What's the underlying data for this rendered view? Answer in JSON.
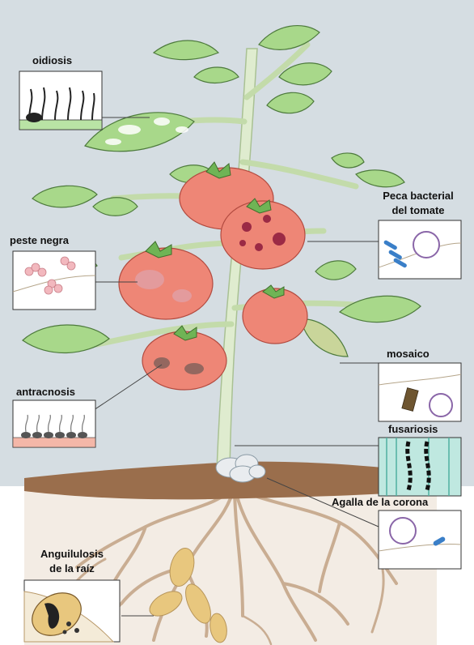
{
  "labels": {
    "oidiosis": "oidiosis",
    "peca_bacterial_1": "Peca bacterial",
    "peca_bacterial_2": "del tomate",
    "peste_negra": "peste negra",
    "mosaico": "mosaico",
    "antracnosis": "antracnosis",
    "fusariosis": "fusariosis",
    "agalla": "Agalla de la corona",
    "anguilulosis_1": "Anguilulosis",
    "anguilulosis_2": "de la raíz"
  },
  "colors": {
    "sky": "#d5dde2",
    "soil_surface": "#9a6e4c",
    "underground": "#f3ece4",
    "root": "#c9ad92",
    "stem": "#dfeccf",
    "leaf": "#a8d88a",
    "leaf_vein": "#4d7a3c",
    "tomato": "#ee8676",
    "tomato_dark": "#d65a4e",
    "lesion": "#9b2a45",
    "nematode": "#e8c77e",
    "inset_bg": "#ffffff",
    "inset_border": "#333333"
  }
}
